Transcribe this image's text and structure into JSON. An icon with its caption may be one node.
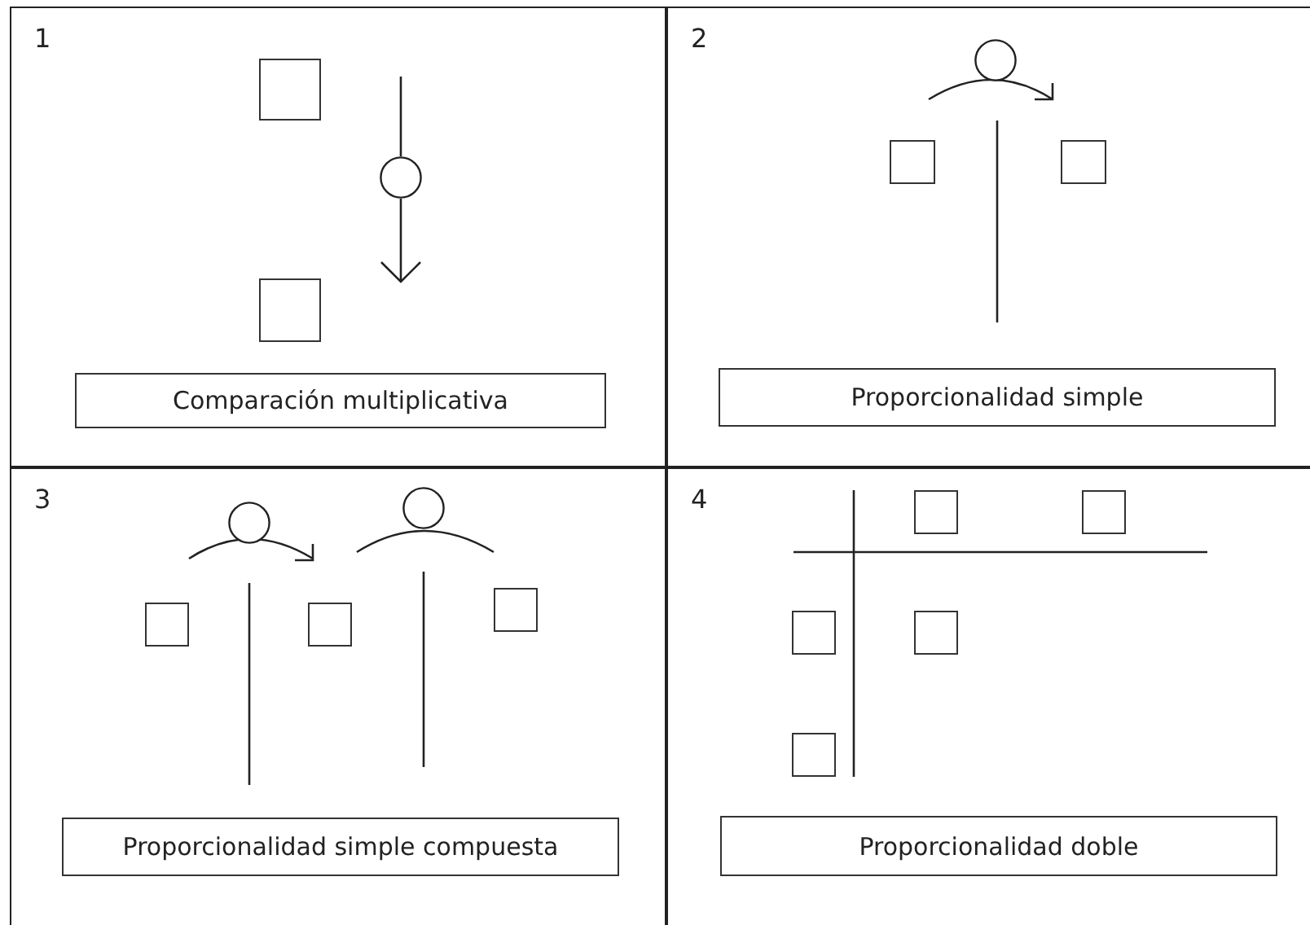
{
  "diagram": {
    "nodes": [
      {
        "text": [
          "1"
        ]
      },
      {
        "text": [],
        "shape": "box",
        "in": 0
      },
      {
        "text": [],
        "shape": "circle",
        "in": 0
      },
      {
        "text": [],
        "shape": "box",
        "in": 0
      },
      {
        "text": [
          "Comparación multiplicativa"
        ],
        "in": 0
      },
      {
        "text": [
          "2"
        ]
      },
      {
        "text": [],
        "shape": "circle",
        "in": 5
      },
      {
        "text": [],
        "shape": "box",
        "in": 5
      },
      {
        "text": [],
        "shape": "box",
        "in": 5
      },
      {
        "text": [
          "Proporcionalidad simple"
        ],
        "in": 5
      },
      {
        "text": [
          "3"
        ]
      },
      {
        "text": [],
        "shape": "circle",
        "in": 10
      },
      {
        "text": [],
        "shape": "circle",
        "in": 10
      },
      {
        "text": [],
        "shape": "box",
        "in": 10
      },
      {
        "text": [],
        "shape": "box",
        "in": 10
      },
      {
        "text": [],
        "shape": "box",
        "in": 10
      },
      {
        "text": [
          "Proporcionalidad simple compuesta"
        ],
        "in": 10
      },
      {
        "text": [
          "4"
        ]
      },
      {
        "text": [],
        "shape": "box",
        "in": 17
      },
      {
        "text": [],
        "shape": "box",
        "in": 17
      },
      {
        "text": [],
        "shape": "box",
        "in": 17
      },
      {
        "text": [],
        "shape": "box",
        "in": 17
      },
      {
        "text": [],
        "shape": "box",
        "in": 17
      },
      {
        "text": [
          "Proporcionalidad doble"
        ],
        "in": 17
      }
    ]
  }
}
